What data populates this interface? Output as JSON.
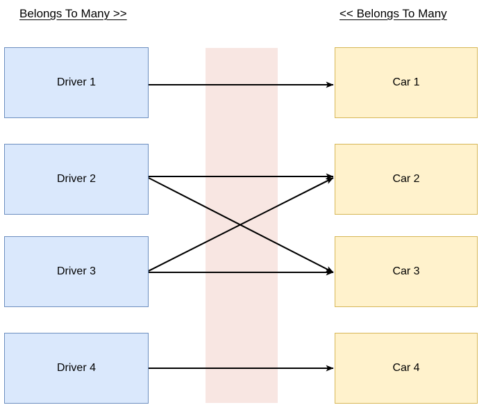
{
  "diagram": {
    "type": "entity-relationship",
    "background": "#ffffff",
    "headers": {
      "left": "Belongs To Many >>",
      "right": "<< Belongs To Many"
    },
    "highlight_band": {
      "name": "join-table-band",
      "color": "#f8e6e2"
    },
    "colors": {
      "driver_fill": "#dae8fc",
      "driver_border": "#6c8ebf",
      "car_fill": "#fff2cc",
      "car_border": "#d6b656",
      "edge": "#000000",
      "band": "#f8e6e2"
    },
    "left_nodes": [
      {
        "id": "driver-1",
        "label": "Driver 1"
      },
      {
        "id": "driver-2",
        "label": "Driver 2"
      },
      {
        "id": "driver-3",
        "label": "Driver 3"
      },
      {
        "id": "driver-4",
        "label": "Driver 4"
      }
    ],
    "right_nodes": [
      {
        "id": "car-1",
        "label": "Car 1"
      },
      {
        "id": "car-2",
        "label": "Car 2"
      },
      {
        "id": "car-3",
        "label": "Car 3"
      },
      {
        "id": "car-4",
        "label": "Car 4"
      }
    ],
    "edges": [
      {
        "from": "Driver 1",
        "to": "Car 1"
      },
      {
        "from": "Driver 2",
        "to": "Car 2"
      },
      {
        "from": "Driver 2",
        "to": "Car 3"
      },
      {
        "from": "Driver 3",
        "to": "Car 2"
      },
      {
        "from": "Driver 3",
        "to": "Car 3"
      },
      {
        "from": "Driver 4",
        "to": "Car 4"
      }
    ]
  }
}
